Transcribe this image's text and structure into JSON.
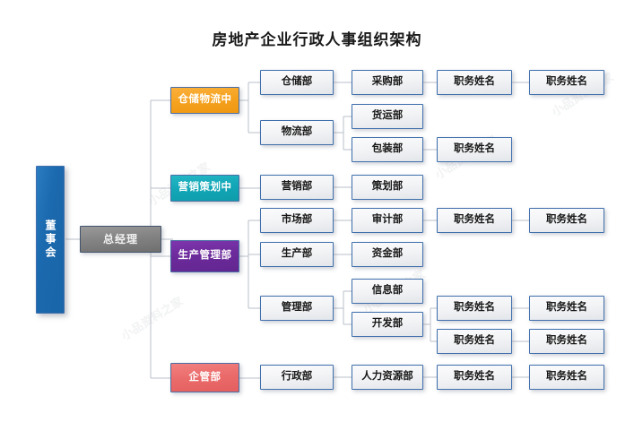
{
  "title": "房地产企业行政人事组织架构",
  "colors": {
    "board_blue": "#1b69ae",
    "gm_gray": "#848484",
    "orange": "#f5a21f",
    "teal": "#12a6b6",
    "purple": "#6b2a9a",
    "red": "#ea6a6a",
    "box_border": "#3f6fac",
    "box_fill": "#f3f4f6",
    "connector": "#b9bfc8"
  },
  "watermark": "小品资料之家",
  "root": {
    "label": "董事会"
  },
  "gm": {
    "label": "总经理"
  },
  "divisions": [
    {
      "label": "仓储物流中",
      "color": "orange"
    },
    {
      "label": "营销策划中",
      "color": "teal"
    },
    {
      "label": "生产管理部",
      "color": "purple"
    },
    {
      "label": "企管部",
      "color": "red"
    }
  ],
  "col3": [
    {
      "label": "仓储部"
    },
    {
      "label": "物流部"
    },
    {
      "label": "营销部"
    },
    {
      "label": "市场部"
    },
    {
      "label": "生产部"
    },
    {
      "label": "管理部"
    },
    {
      "label": "行政部"
    }
  ],
  "col4": [
    {
      "label": "采购部"
    },
    {
      "label": "货运部"
    },
    {
      "label": "包装部"
    },
    {
      "label": "策划部"
    },
    {
      "label": "审计部"
    },
    {
      "label": "资金部"
    },
    {
      "label": "信息部"
    },
    {
      "label": "开发部"
    },
    {
      "label": "人力资源部"
    }
  ],
  "col5": [
    {
      "label": "职务姓名"
    },
    {
      "label": "职务姓名"
    },
    {
      "label": "职务姓名"
    },
    {
      "label": "职务姓名"
    },
    {
      "label": "职务姓名"
    },
    {
      "label": "职务姓名"
    }
  ],
  "col6": [
    {
      "label": "职务姓名"
    },
    {
      "label": "职务姓名"
    },
    {
      "label": "职务姓名"
    },
    {
      "label": "职务姓名"
    },
    {
      "label": "职务姓名"
    }
  ]
}
